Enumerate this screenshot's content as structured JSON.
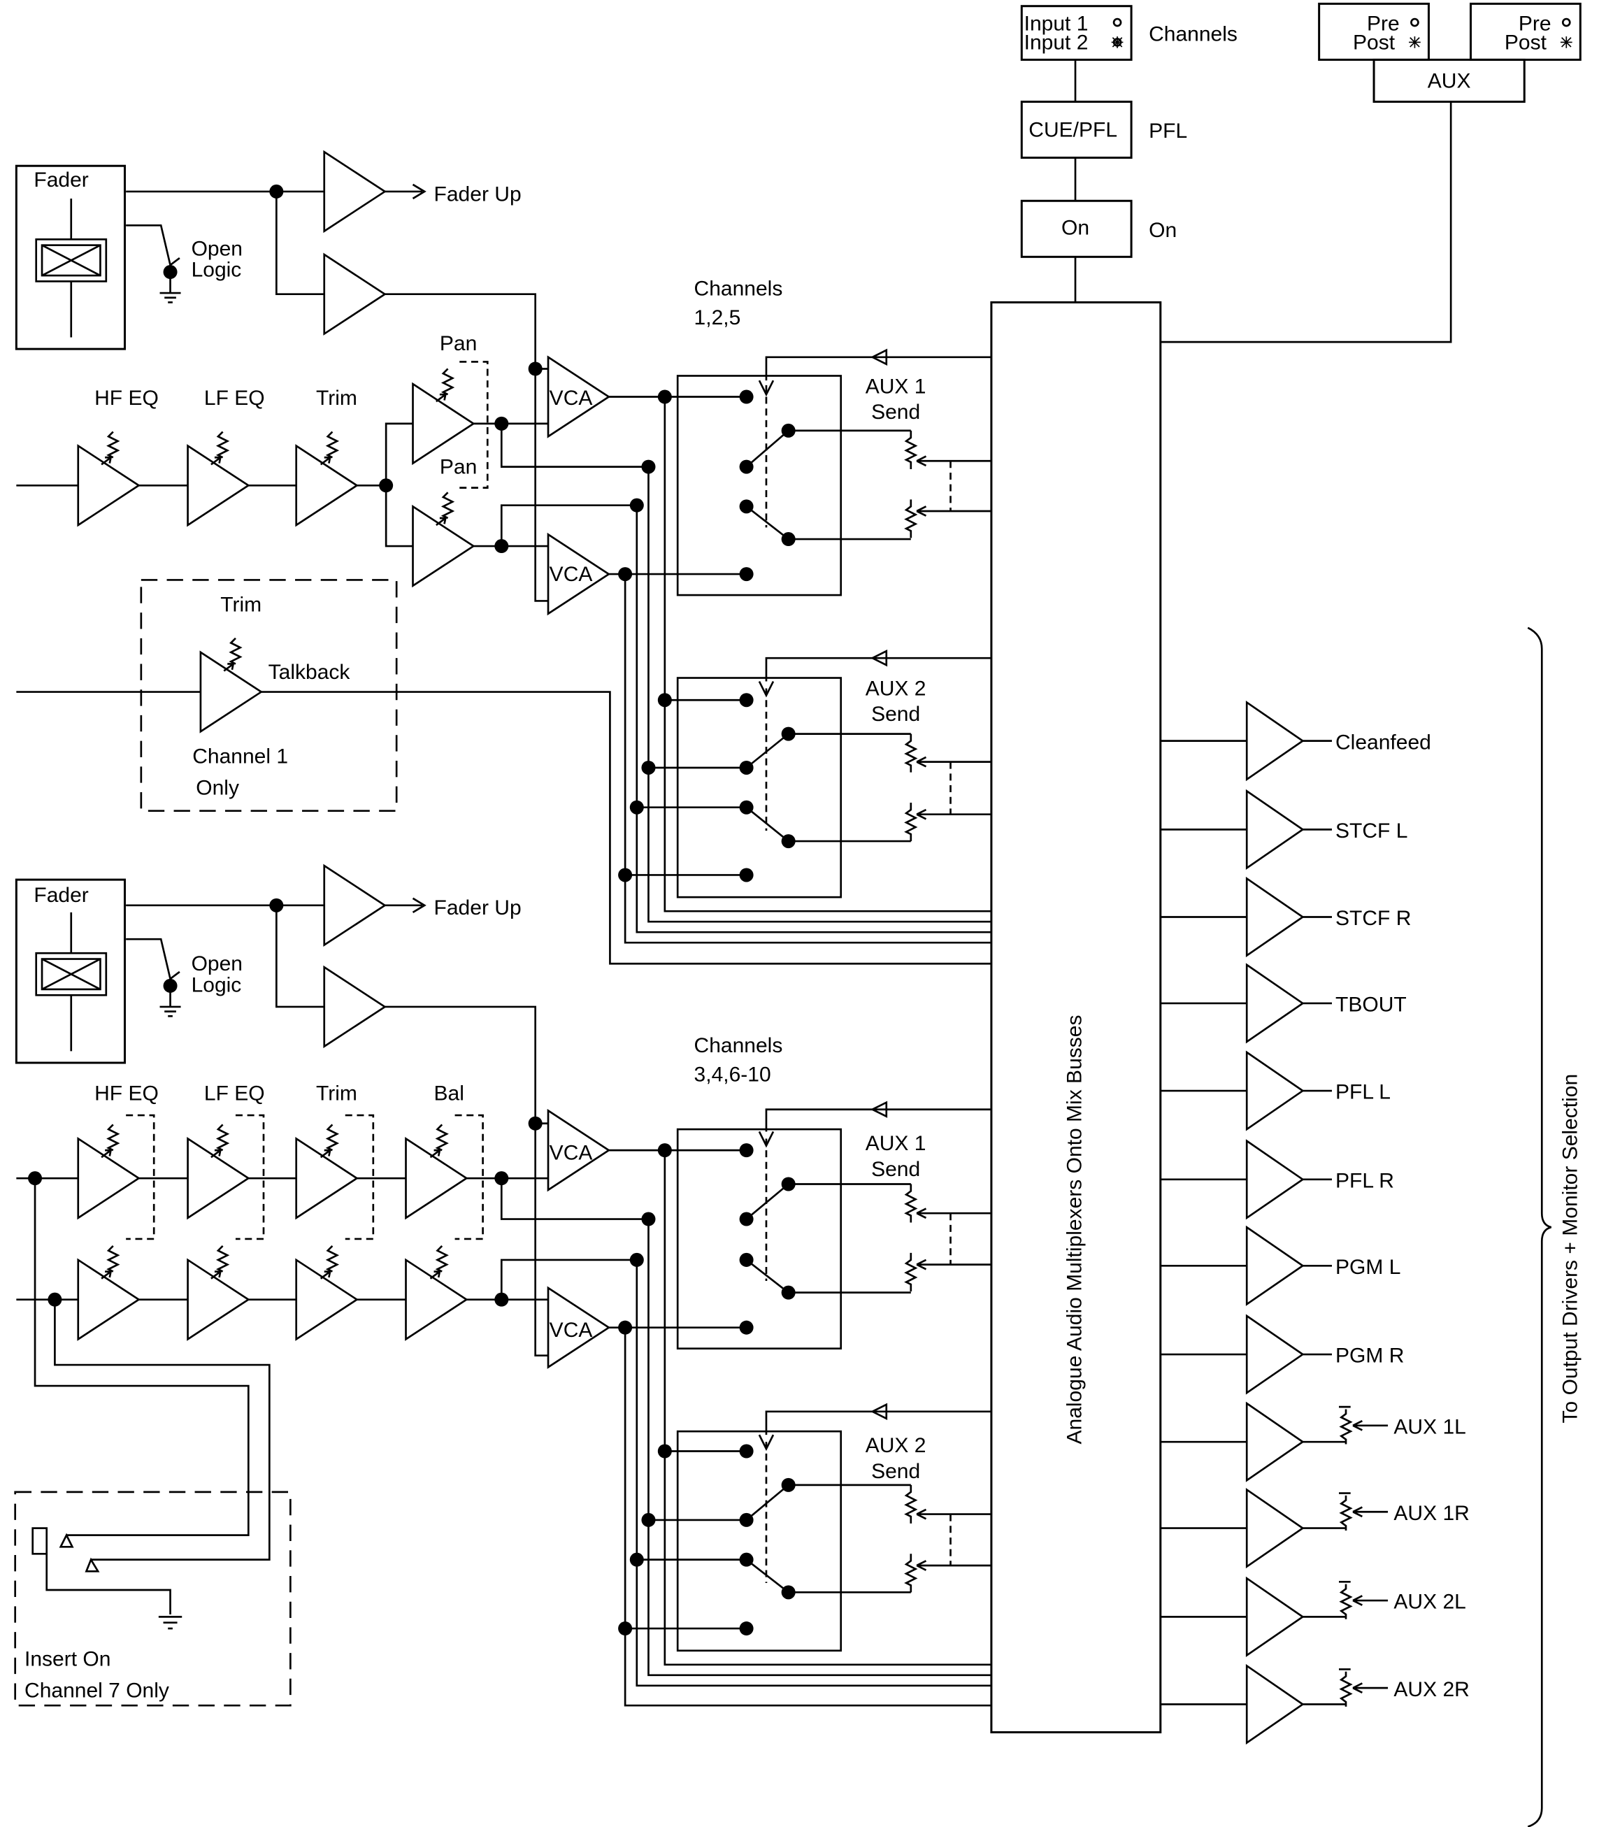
{
  "labels": {
    "fader": "Fader",
    "open": "Open",
    "logic": "Logic",
    "fader_up": "Fader Up",
    "hf_eq": "HF EQ",
    "lf_eq": "LF EQ",
    "trim": "Trim",
    "pan": "Pan",
    "bal": "Bal",
    "vca": "VCA",
    "channels_a_1": "Channels",
    "channels_a_2": "1,2,5",
    "channels_b_1": "Channels",
    "channels_b_2": "3,4,6-10",
    "aux1_send_1": "AUX 1",
    "aux1_send_2": "Send",
    "aux2_send_1": "AUX 2",
    "aux2_send_2": "Send",
    "talkback": "Talkback",
    "channel1_only_1": "Channel 1",
    "channel1_only_2": "Only",
    "insert_on": "Insert On",
    "channel7_only": "Channel 7 Only",
    "input1": "Input 1",
    "input2": "Input 2",
    "channels_sel": "Channels",
    "cue_pfl": "CUE/PFL",
    "pfl": "PFL",
    "on_box": "On",
    "on_label": "On",
    "pre": "Pre",
    "post": "Post",
    "aux": "AUX",
    "mux": "Analogue Audio Multiplexers Onto Mix Busses",
    "to_output": "To Output Drivers + Monitor Selection"
  },
  "outputs": [
    "Cleanfeed",
    "STCF L",
    "STCF R",
    "TBOUT",
    "PFL L",
    "PFL R",
    "PGM L",
    "PGM R",
    "AUX 1L",
    "AUX 1R",
    "AUX 2L",
    "AUX 2R"
  ]
}
